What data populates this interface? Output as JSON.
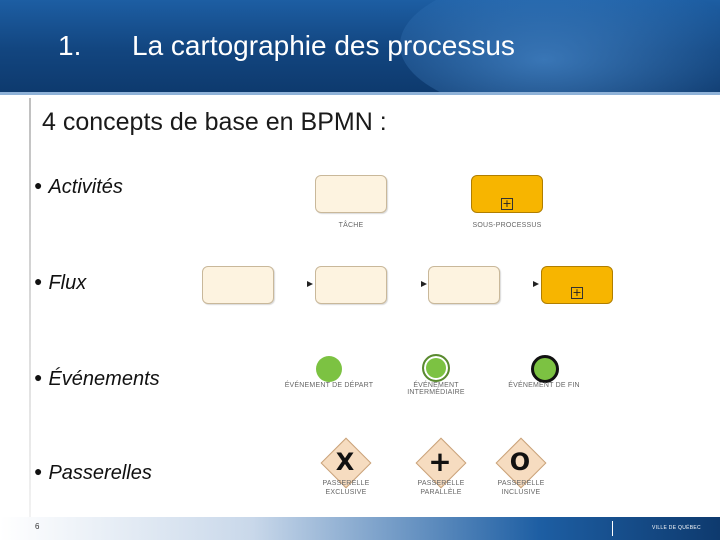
{
  "header": {
    "number": "1.",
    "title": "La cartographie des processus"
  },
  "subtitle": "4 concepts de base en BPMN :",
  "bullets": {
    "activites": "Activités",
    "flux": "Flux",
    "evenements": "Événements",
    "passerelles": "Passerelles"
  },
  "activities": {
    "task_caption": "TÂCHE",
    "subprocess_caption": "SOUS-PROCESSUS"
  },
  "events": {
    "start": "ÉVÉNEMENT DE DÉPART",
    "intermediate": "ÉVÉNEMENT INTERMÉDIAIRE",
    "end": "ÉVÉNEMENT DE FIN"
  },
  "gateways": {
    "exclusive_symbol": "X",
    "exclusive_l1": "PASSERELLE",
    "exclusive_l2": "EXCLUSIVE",
    "parallel_symbol": "+",
    "parallel_l1": "PASSERELLE",
    "parallel_l2": "PARALLÈLE",
    "inclusive_symbol": "O",
    "inclusive_l1": "PASSERELLE",
    "inclusive_l2": "INCLUSIVE"
  },
  "plus_marker": "+",
  "footer": {
    "page": "6",
    "brand": "VILLE DE QUÉBEC"
  },
  "colors": {
    "header_blue": "#12457f",
    "subprocess_orange": "#f7b500",
    "event_green": "#7cc242",
    "gateway_fill": "#f6dcc0"
  }
}
